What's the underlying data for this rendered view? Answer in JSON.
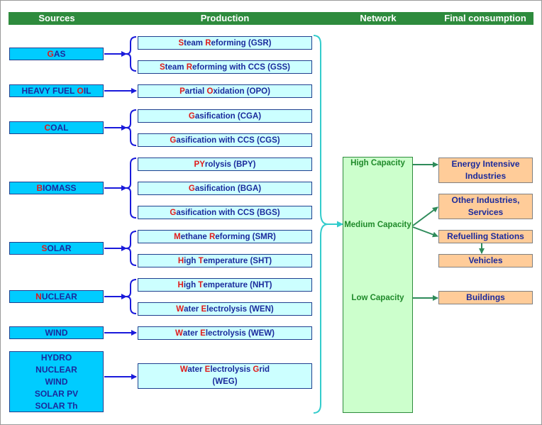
{
  "headers": {
    "sources": "Sources",
    "production": "Production",
    "network": "Network",
    "final": "Final consumption"
  },
  "sources": {
    "gas": {
      "first": "G",
      "rest": "AS"
    },
    "heavy_fuel_oil": {
      "part1": "HEAVY FUEL ",
      "first": "O",
      "rest": "IL"
    },
    "coal": {
      "first": "C",
      "rest": "OAL"
    },
    "biomass": {
      "first": "B",
      "rest": "IOMASS"
    },
    "solar": {
      "first": "S",
      "rest": "OLAR"
    },
    "nuclear": {
      "first": "N",
      "rest": "UCLEAR"
    },
    "wind": "WIND",
    "grid_mix": [
      "HYDRO",
      "NUCLEAR",
      "WIND",
      "SOLAR PV",
      "SOLAR Th"
    ]
  },
  "production": {
    "gsr": {
      "l1": "S",
      "t1": "team ",
      "l2": "R",
      "t2": "eforming (GSR)"
    },
    "gss": {
      "l1": "S",
      "t1": "team ",
      "l2": "R",
      "t2": "eforming with CCS (GSS)"
    },
    "opo": {
      "l1": "P",
      "t1": "artial ",
      "l2": "O",
      "t2": "xidation (OPO)"
    },
    "cga": {
      "l1": "G",
      "t1": "asification (CGA)"
    },
    "cgs": {
      "l1": "G",
      "t1": "asification with CCS (CGS)"
    },
    "bpy": {
      "l1": "PY",
      "t1": "rolysis (BPY)"
    },
    "bga": {
      "l1": "G",
      "t1": "asification (BGA)"
    },
    "bgs": {
      "l1": "G",
      "t1": "asification with CCS (BGS)"
    },
    "smr": {
      "l1": "M",
      "t1": "ethane ",
      "l2": "R",
      "t2": "eforming (SMR)"
    },
    "sht": {
      "l1": "H",
      "t1": "igh ",
      "l2": "T",
      "t2": "emperature (SHT)"
    },
    "nht": {
      "l1": "H",
      "t1": "igh ",
      "l2": "T",
      "t2": "emperature (NHT)"
    },
    "wen": {
      "l1": "W",
      "t1": "ater ",
      "l2": "E",
      "t2": "lectrolysis (WEN)"
    },
    "wew": {
      "l1": "W",
      "t1": "ater ",
      "l2": "E",
      "t2": "lectrolysis (WEW)"
    },
    "weg": {
      "l1": "W",
      "t1": "ater ",
      "l2": "E",
      "t2": "lectrolysis ",
      "l3": "G",
      "t3": "rid",
      "line2": "(WEG)"
    }
  },
  "network": {
    "high": "High Capacity",
    "medium": "Medium Capacity",
    "low": "Low Capacity"
  },
  "final": {
    "energy_intensive": "Energy Intensive Industries",
    "other_industries": "Other Industries, Services",
    "refuelling": "Refuelling Stations",
    "vehicles": "Vehicles",
    "buildings": "Buildings"
  },
  "colors": {
    "header": "#2e8b3d",
    "source_fill": "#00ccff",
    "production_fill": "#ccffff",
    "network_fill": "#ccffcc",
    "final_fill": "#ffcc99",
    "arrow_blue": "#1a1adb",
    "brace_cyan": "#33cccc",
    "arrow_green": "#2e8b5a",
    "initial_red": "#e01b1b"
  }
}
